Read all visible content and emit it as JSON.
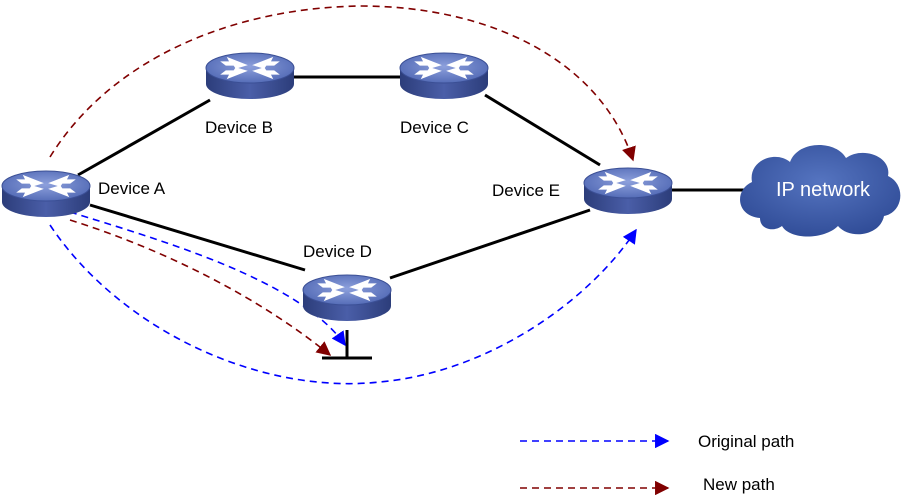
{
  "devices": {
    "a": {
      "label": "Device A"
    },
    "b": {
      "label": "Device B"
    },
    "c": {
      "label": "Device C"
    },
    "d": {
      "label": "Device D"
    },
    "e": {
      "label": "Device E"
    }
  },
  "cloud": {
    "label": "IP network"
  },
  "legend": {
    "original": {
      "label": "Original path",
      "color": "#0000ff"
    },
    "new": {
      "label": "New path",
      "color": "#800000"
    }
  },
  "colors": {
    "device_top": "#6a7ec8",
    "device_side": "#3b4f95",
    "cloud_fill": "#3c5ba8",
    "link": "#000000"
  },
  "icons": {
    "device": "switch-router-icon",
    "cloud": "cloud-icon",
    "ethernet": "ethernet-tee-icon"
  }
}
